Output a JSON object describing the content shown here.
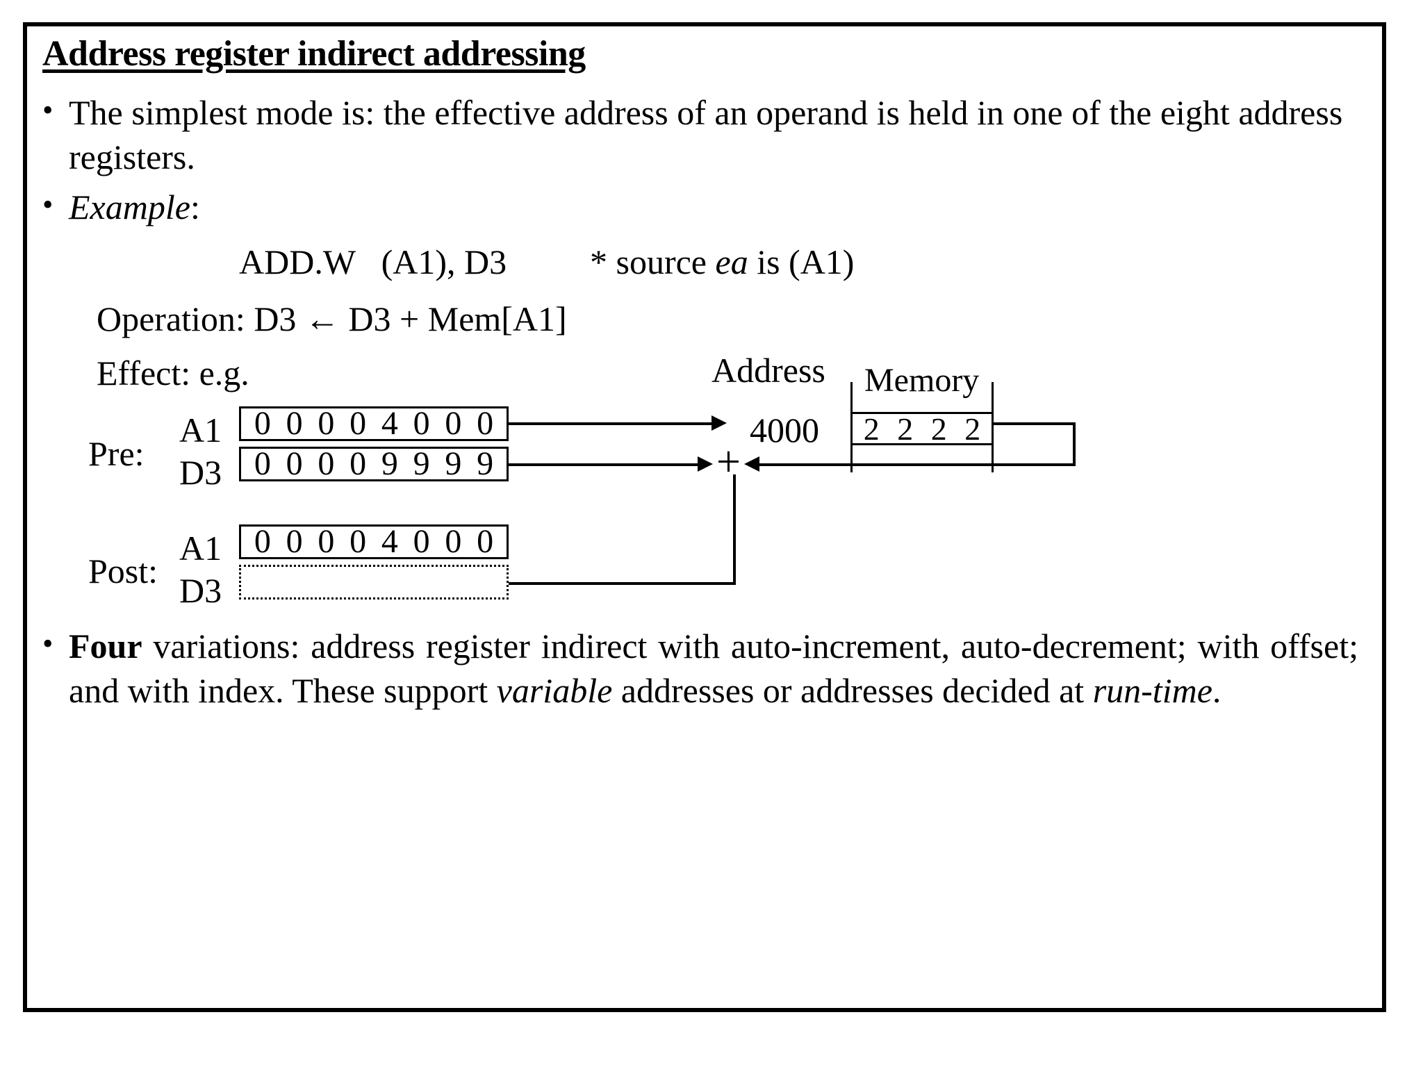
{
  "slide": {
    "title": "Address register indirect addressing",
    "bullet_marker": "•"
  },
  "bullets": {
    "b1": "The simplest mode is: the effective address of an operand is held in one of the eight address registers.",
    "b2_label": "Example",
    "b2_colon": ":"
  },
  "example": {
    "instruction": "ADD.W   (A1), D3",
    "comment_prefix": "* source ",
    "comment_italic": "ea",
    "comment_suffix": " is (A1)",
    "operation": "Operation: D3 ← D3 + Mem[A1]",
    "effect": "Effect: e.g."
  },
  "diagram": {
    "address_header": "Address",
    "memory_header": "Memory",
    "address_value": "4000",
    "memory_cell": [
      "2",
      "2",
      "2",
      "2"
    ],
    "plus_symbol": "+",
    "pre_label": "Pre:",
    "post_label": "Post:",
    "registers": {
      "pre_a1_name": "A1",
      "pre_a1_value": [
        "0",
        "0",
        "0",
        "0",
        "4",
        "0",
        "0",
        "0"
      ],
      "pre_d3_name": "D3",
      "pre_d3_value": [
        "0",
        "0",
        "0",
        "0",
        "9",
        "9",
        "9",
        "9"
      ],
      "post_a1_name": "A1",
      "post_a1_value": [
        "0",
        "0",
        "0",
        "0",
        "4",
        "0",
        "0",
        "0"
      ],
      "post_d3_name": "D3",
      "post_d3_value": [
        "",
        "",
        "",
        "",
        "",
        "",
        "",
        ""
      ]
    }
  },
  "footer_bullet": {
    "bold_word": "Four",
    "text_part1": " variations: address register indirect with auto-increment, auto-decrement; with offset; and with index. These support ",
    "italic_word1": "variable",
    "text_part2": " addresses or addresses decided at ",
    "italic_word2": "run-time",
    "text_part3": "."
  },
  "colors": {
    "ink": "#000000",
    "paper": "#ffffff"
  }
}
